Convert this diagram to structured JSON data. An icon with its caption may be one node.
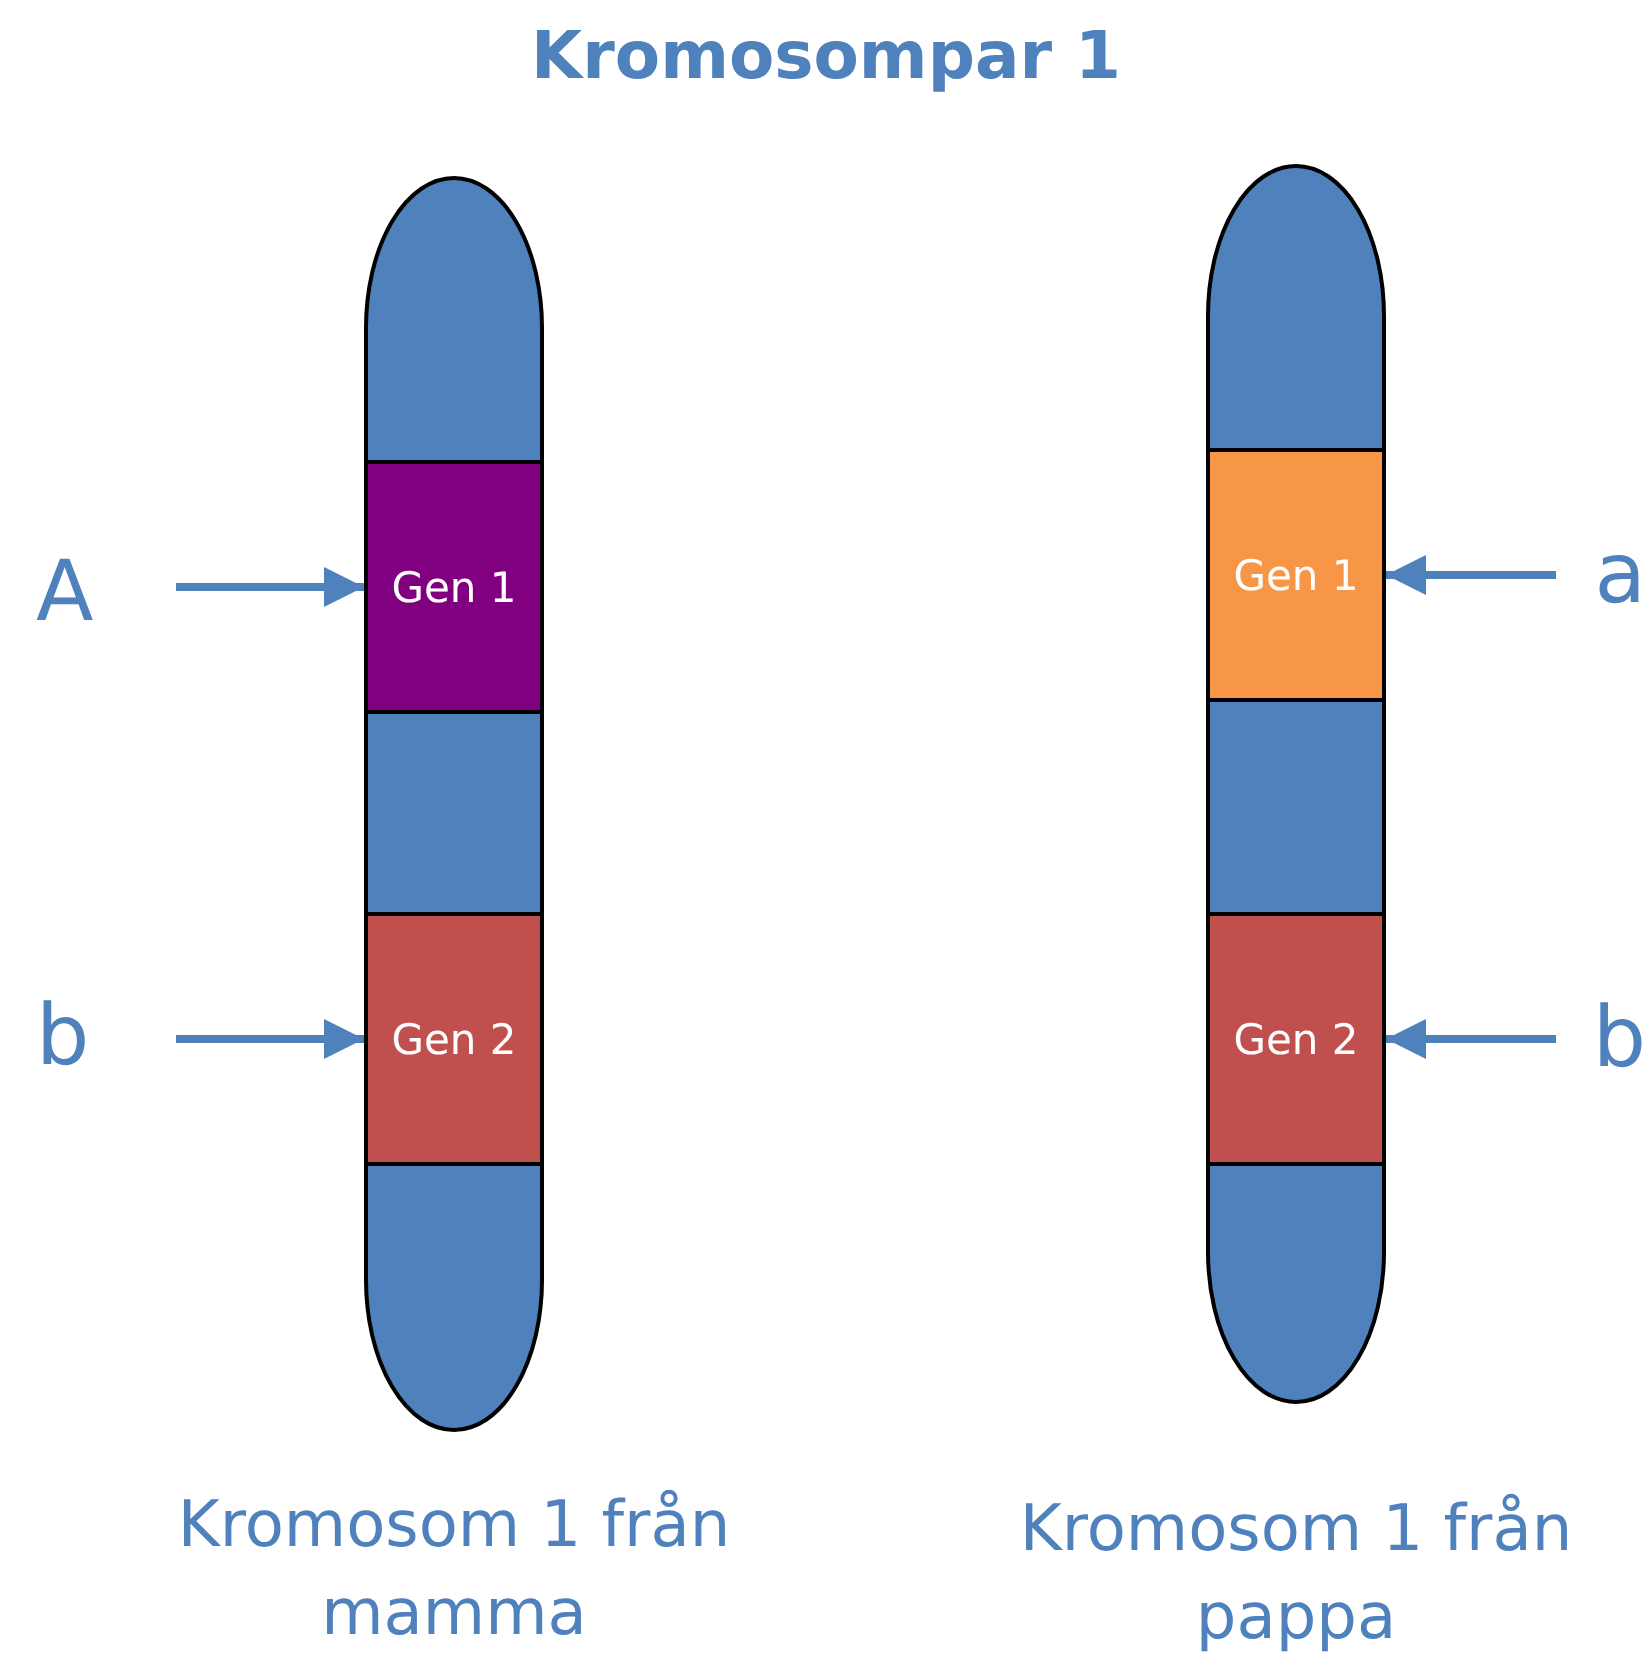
{
  "diagram": {
    "title": "Kromosompar 1",
    "nodes": [
      {
        "text": [
          "Kromosom 1 från mamma"
        ]
      },
      {
        "text": [
          "Gen 1"
        ],
        "in": 0
      },
      {
        "text": [
          "Gen 2"
        ],
        "in": 0
      },
      {
        "text": [
          "Kromosom 1 från pappa"
        ]
      },
      {
        "text": [
          "Gen 1"
        ],
        "in": 3
      },
      {
        "text": [
          "Gen 2"
        ],
        "in": 3
      },
      {
        "text": [
          "A"
        ]
      },
      {
        "text": [
          "b"
        ]
      },
      {
        "text": [
          "a"
        ]
      },
      {
        "text": [
          "b"
        ]
      }
    ],
    "edges": [
      {
        "from": 6,
        "to": 1,
        "arrow": "to"
      },
      {
        "from": 7,
        "to": 2,
        "arrow": "to"
      },
      {
        "from": 8,
        "to": 4,
        "arrow": "to"
      },
      {
        "from": 9,
        "to": 5,
        "arrow": "to"
      }
    ]
  }
}
